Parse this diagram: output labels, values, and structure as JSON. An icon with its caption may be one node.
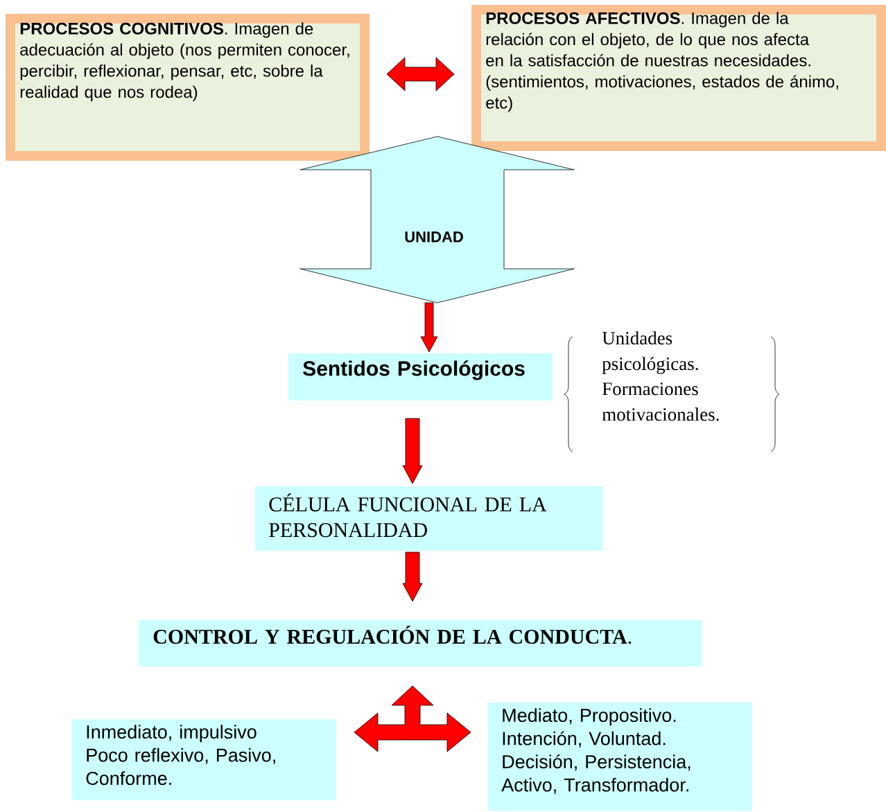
{
  "diagram": {
    "nodes": [
      {
        "text": [
          "**PROCESOS COGNITIVOS**. Imagen de adecuación al objeto (nos permiten conocer, percibir, reflexionar, pensar, etc, sobre la realidad que nos rodea)"
        ]
      },
      {
        "text": [
          "**PROCESOS AFECTIVOS**.  Imagen de la relación con el objeto, de lo que nos afecta en la satisfacción de nuestras necesidades. (sentimientos,  motivaciones, estados de ánimo, etc)"
        ]
      },
      {
        "text": [
          "UNIDAD"
        ]
      },
      {
        "text": [
          "Sentidos Psicológicos"
        ]
      },
      {
        "text": [
          "CÉLULA FUNCIONAL DE LA PERSONALIDAD"
        ]
      },
      {
        "text": [
          "**CONTROL Y REGULACIÓN DE LA CONDUCTA**."
        ]
      },
      {
        "text": [
          "Inmediato, impulsivo",
          "Poco reflexivo, Pasivo, Conforme."
        ]
      },
      {
        "text": [
          "Mediato, Propositivo. Intención, Voluntad. Decisión, Persistencia, Activo, Transformador."
        ]
      }
    ],
    "edges": [
      {
        "from": 0,
        "to": 1,
        "arrow": "both"
      },
      {
        "from": 2,
        "to": 3,
        "arrow": "to"
      },
      {
        "from": 3,
        "to": 4,
        "arrow": "to"
      },
      {
        "from": 4,
        "to": 5,
        "arrow": "to"
      },
      {
        "from": 5,
        "to": 6,
        "arrow": "both"
      },
      {
        "from": 5,
        "to": 7,
        "arrow": "both"
      }
    ],
    "labels": [
      "Unidades psicológicas.",
      "Formaciones motivacionales."
    ]
  }
}
